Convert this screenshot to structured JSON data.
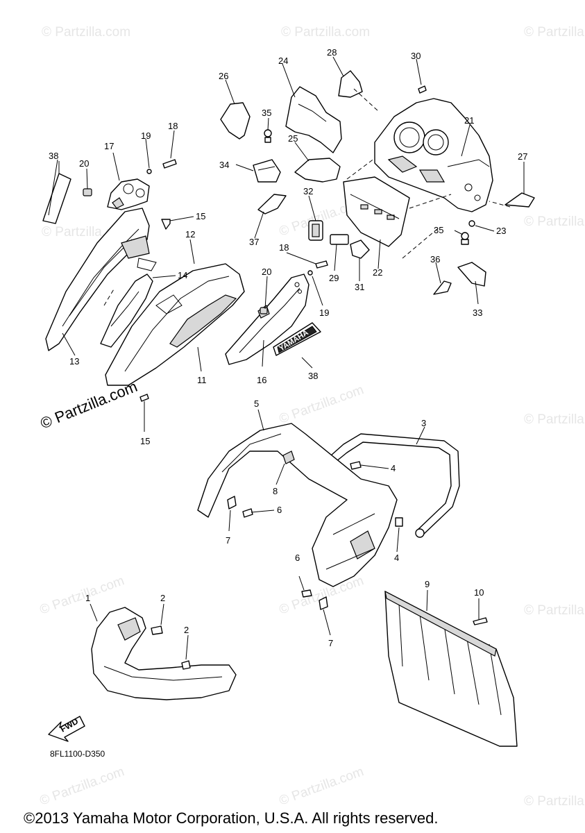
{
  "watermark": "© Partzilla.com",
  "watermark_main": "© Partzilla.com",
  "diagram_code": "8FL1100-D350",
  "fwd_label": "FWD",
  "brand_decal": "YAMAHA",
  "copyright": "©2013 Yamaha Motor Corporation, U.S.A. All rights reserved.",
  "callouts": [
    "1",
    "2",
    "2",
    "3",
    "4",
    "4",
    "5",
    "6",
    "6",
    "7",
    "7",
    "8",
    "9",
    "10",
    "11",
    "12",
    "13",
    "14",
    "15",
    "15",
    "16",
    "17",
    "18",
    "18",
    "19",
    "19",
    "20",
    "20",
    "21",
    "22",
    "23",
    "24",
    "25",
    "26",
    "27",
    "28",
    "29",
    "30",
    "31",
    "32",
    "33",
    "34",
    "35",
    "35",
    "36",
    "37",
    "38",
    "38"
  ]
}
